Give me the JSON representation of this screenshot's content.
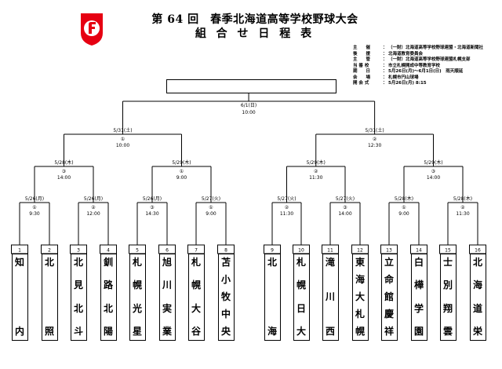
{
  "logo": {
    "icon": "f-shield-logo",
    "color": "#e60012"
  },
  "title": "第 64 回　春季北海道高等学校野球大会",
  "subtitle": "組 合 せ 日 程 表",
  "info": [
    {
      "label": "主　　催",
      "value": "（一財）北海道高等学校野球連盟・北海道新聞社"
    },
    {
      "label": "後　　援",
      "value": "北海道教育委員会"
    },
    {
      "label": "主　　管",
      "value": "（一財）北海道高等学校野球連盟札幌支部"
    },
    {
      "label": "当 番 校",
      "value": "市立札幌開成中等教育学校"
    },
    {
      "label": "期　　日",
      "value": "5月26日(月)～6月1日(日)　雨天順延"
    },
    {
      "label": "会　　場",
      "value": "札幌市円山球場"
    },
    {
      "label": "開 会 式",
      "value": "5月26日(月) 8:15"
    }
  ],
  "final": {
    "date": "6/1(日)",
    "time": "10:00"
  },
  "semis": [
    {
      "date": "5/31(土)",
      "game": "①",
      "time": "10:00"
    },
    {
      "date": "5/31(土)",
      "game": "②",
      "time": "12:30"
    }
  ],
  "quarters": [
    {
      "date": "5/28(木)",
      "game": "③",
      "time": "14:00"
    },
    {
      "date": "5/29(木)",
      "game": "①",
      "time": "9:00"
    },
    {
      "date": "5/29(木)",
      "game": "②",
      "time": "11:30"
    },
    {
      "date": "5/29(木)",
      "game": "③",
      "time": "14:00"
    }
  ],
  "first_round": [
    {
      "date": "5/26(月)",
      "game": "①",
      "time": "9:30"
    },
    {
      "date": "5/26(月)",
      "game": "②",
      "time": "12:00"
    },
    {
      "date": "5/26(月)",
      "game": "③",
      "time": "14:30"
    },
    {
      "date": "5/27(火)",
      "game": "①",
      "time": "9:00"
    },
    {
      "date": "5/27(火)",
      "game": "②",
      "time": "11:30"
    },
    {
      "date": "5/27(火)",
      "game": "③",
      "time": "14:00"
    },
    {
      "date": "5/28(木)",
      "game": "①",
      "time": "9:00"
    },
    {
      "date": "5/28(木)",
      "game": "②",
      "time": "11:30"
    }
  ],
  "teams": [
    {
      "num": "1",
      "chars": [
        "知",
        "内"
      ]
    },
    {
      "num": "2",
      "chars": [
        "北",
        "照"
      ]
    },
    {
      "num": "3",
      "chars": [
        "北",
        "見",
        "北",
        "斗"
      ]
    },
    {
      "num": "4",
      "chars": [
        "釧",
        "路",
        "北",
        "陽"
      ]
    },
    {
      "num": "5",
      "chars": [
        "札",
        "幌",
        "光",
        "星"
      ]
    },
    {
      "num": "6",
      "chars": [
        "旭",
        "川",
        "実",
        "業"
      ]
    },
    {
      "num": "7",
      "chars": [
        "札",
        "幌",
        "大",
        "谷"
      ]
    },
    {
      "num": "8",
      "chars": [
        "苫",
        "小",
        "牧",
        "中",
        "央"
      ]
    },
    {
      "num": "9",
      "chars": [
        "北",
        "海"
      ]
    },
    {
      "num": "10",
      "chars": [
        "札",
        "幌",
        "日",
        "大"
      ]
    },
    {
      "num": "11",
      "chars": [
        "滝",
        "川",
        "西"
      ]
    },
    {
      "num": "12",
      "chars": [
        "東",
        "海",
        "大",
        "札",
        "幌"
      ]
    },
    {
      "num": "13",
      "chars": [
        "立",
        "命",
        "館",
        "慶",
        "祥"
      ]
    },
    {
      "num": "14",
      "chars": [
        "白",
        "樺",
        "学",
        "園"
      ]
    },
    {
      "num": "15",
      "chars": [
        "士",
        "別",
        "翔",
        "雲"
      ]
    },
    {
      "num": "16",
      "chars": [
        "北",
        "海",
        "道",
        "栄"
      ]
    }
  ]
}
